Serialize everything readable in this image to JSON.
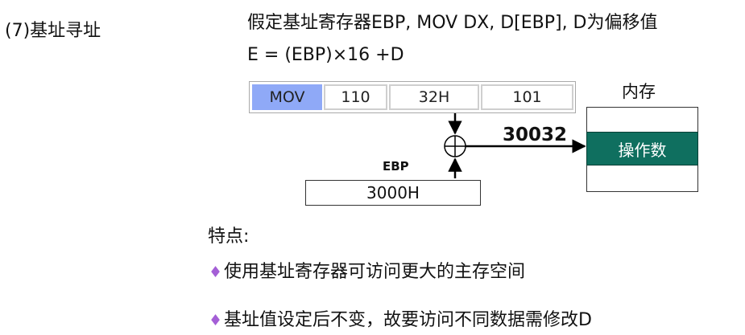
{
  "section_title": "(7)基址寻址",
  "header": {
    "line1": "假定基址寄存器EBP,   MOV  DX, D[EBP], D为偏移值",
    "line2": "E = (EBP)×16 +D"
  },
  "instruction": {
    "fields": [
      "MOV",
      "110",
      "32H",
      "101"
    ]
  },
  "memory": {
    "label": "内存",
    "operand": "操作数"
  },
  "effective_address": "30032",
  "register": {
    "name": "EBP",
    "value": "3000H"
  },
  "features": {
    "title": "特点:",
    "bullet_glyph": "♦",
    "items": [
      "使用基址寄存器可访问更大的主存空间",
      "基址值设定后不变，故要访问不同数据需修改D"
    ]
  },
  "colors": {
    "opcode_fill": "#8fa9f7",
    "operand_cell": "#0f6f5f",
    "bullet": "#a45fd6"
  }
}
